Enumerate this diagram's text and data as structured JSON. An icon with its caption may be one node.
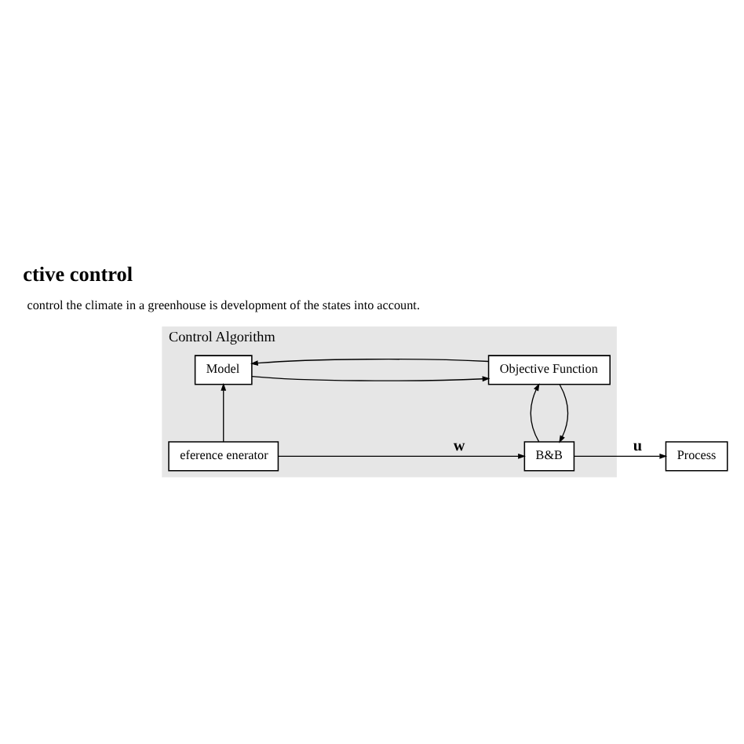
{
  "diagram": {
    "title": "ctive control",
    "nodes": [
      {
        "text": [
          "Control Algorithm"
        ]
      },
      {
        "text": [
          "Model"
        ],
        "in": 0
      },
      {
        "text": [
          "Objective Function"
        ],
        "in": 0
      },
      {
        "text": [
          "eference enerator"
        ],
        "in": 0
      },
      {
        "text": [
          "B&B"
        ],
        "in": 0
      },
      {
        "text": [
          "Process"
        ]
      }
    ],
    "edges": [
      {
        "from": 1,
        "to": 2,
        "arrow": "to"
      },
      {
        "from": 2,
        "to": 1,
        "arrow": "to"
      },
      {
        "from": 3,
        "to": 1,
        "arrow": "to"
      },
      {
        "from": 2,
        "to": 4,
        "arrow": "to"
      },
      {
        "from": 4,
        "to": 2,
        "arrow": "to"
      },
      {
        "from": 3,
        "to": 4,
        "arrow": "to",
        "label": "w"
      },
      {
        "from": 4,
        "to": 5,
        "arrow": "to",
        "label": "u"
      }
    ],
    "labels": [
      "control the climate in a greenhouse is development of the states into account."
    ]
  }
}
